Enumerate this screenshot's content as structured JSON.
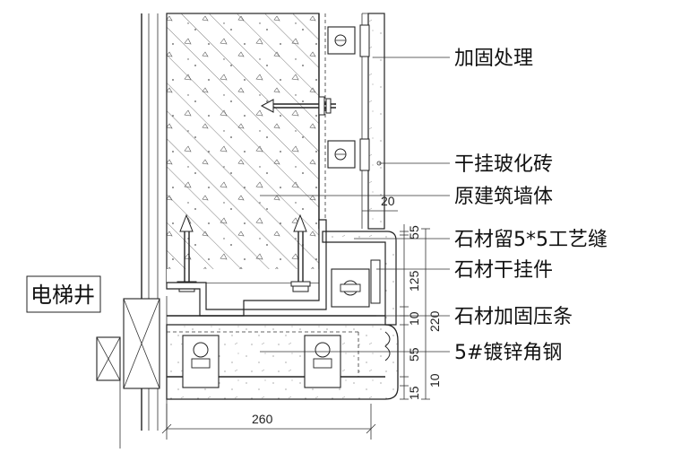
{
  "labels": {
    "reinforce": "加固处理",
    "dry_tile": "干挂玻化砖",
    "orig_wall": "原建筑墙体",
    "joint": "石材留5*5工艺缝",
    "hanger": "石材干挂件",
    "press_strip": "石材加固压条",
    "angle_steel": "5#镀锌角钢",
    "elevator_shaft": "电梯井"
  },
  "dimensions": {
    "d20": "20",
    "d5a": "5",
    "d5b": "5",
    "d125": "125",
    "d220": "220",
    "d10a": "10",
    "d55": "55",
    "d15": "15",
    "d10b": "10",
    "d260": "260"
  },
  "colors": {
    "line": "#222222",
    "background": "#ffffff"
  }
}
